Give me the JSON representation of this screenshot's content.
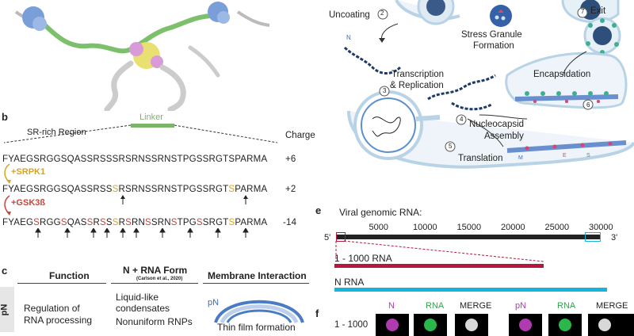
{
  "panel_b": {
    "letter": "b",
    "linker_label": "Linker",
    "region_label": "SR-rich Region",
    "charge_header": "Charge",
    "rows": [
      {
        "sequence": "FYAEGSRGGSQASSRSSSRSRNSSRNSTPGSSRGTSPARMA",
        "charge": "+6"
      },
      {
        "sequence": "FYAEGSRGGSQASSRSSSRSRNSSRNSTPGSSRGTSPARMA",
        "charge": "+2"
      },
      {
        "sequence": "FYAEGSRGGSQASSRSSSRSRNSSRNSTPGSSRGTSPARMA",
        "charge": "-14"
      }
    ],
    "kinase1": "+SRPK1",
    "kinase2": "+GSK3ß",
    "colors": {
      "gold": "#d9a520",
      "red": "#c8453c",
      "linker": "#7ab56a"
    }
  },
  "panel_c": {
    "letter": "c",
    "col1_header": "Function",
    "col2_header": "N + RNA Form",
    "col2_sub": "(Carlson et al., 2020)",
    "col3_header": "Membrane Interaction",
    "row_label": "pN",
    "function_text_1": "Regulation of",
    "function_text_2": "RNA processing",
    "form_1": "Liquid-like",
    "form_2": "condensates",
    "form_3": "Nonuniform RNPs",
    "membrane_label": "pN",
    "membrane_caption": "Thin film formation"
  },
  "lifecycle": {
    "uncoating": "Uncoating",
    "step2": "2",
    "stress_granule_1": "Stress Granule",
    "stress_granule_2": "Formation",
    "exit": "Exit",
    "step7": "7",
    "transcription_1": "Transcription",
    "transcription_2": "& Replication",
    "step3": "3",
    "encapsidation": "Encapsidation",
    "step6": "6",
    "nucleocapsid_1": "Nucleocapsid",
    "nucleocapsid_2": "Assembly",
    "step4": "4",
    "translation": "Translation",
    "step5": "5",
    "n_label": "N",
    "m_label": "M",
    "e_label": "E",
    "s_label": "S"
  },
  "panel_e": {
    "letter": "e",
    "title": "Viral genomic RNA:",
    "ticks": [
      "5000",
      "10000",
      "15000",
      "20000",
      "25000",
      "30000"
    ],
    "five_prime": "5'",
    "three_prime": "3'",
    "construct_1": "1 - 1000 RNA",
    "construct_2": "N RNA",
    "colors": {
      "construct_1": "#b5183c",
      "construct_2": "#15b4d8",
      "genome": "#222222"
    }
  },
  "panel_f": {
    "letter": "f",
    "headers": [
      "N",
      "RNA",
      "MERGE",
      "pN",
      "RNA",
      "MERGE"
    ],
    "header_colors": [
      "#b03ab0",
      "#2aa84a",
      "#222222",
      "#b03ab0",
      "#2aa84a",
      "#222222"
    ],
    "row_label": "1 - 1000"
  }
}
